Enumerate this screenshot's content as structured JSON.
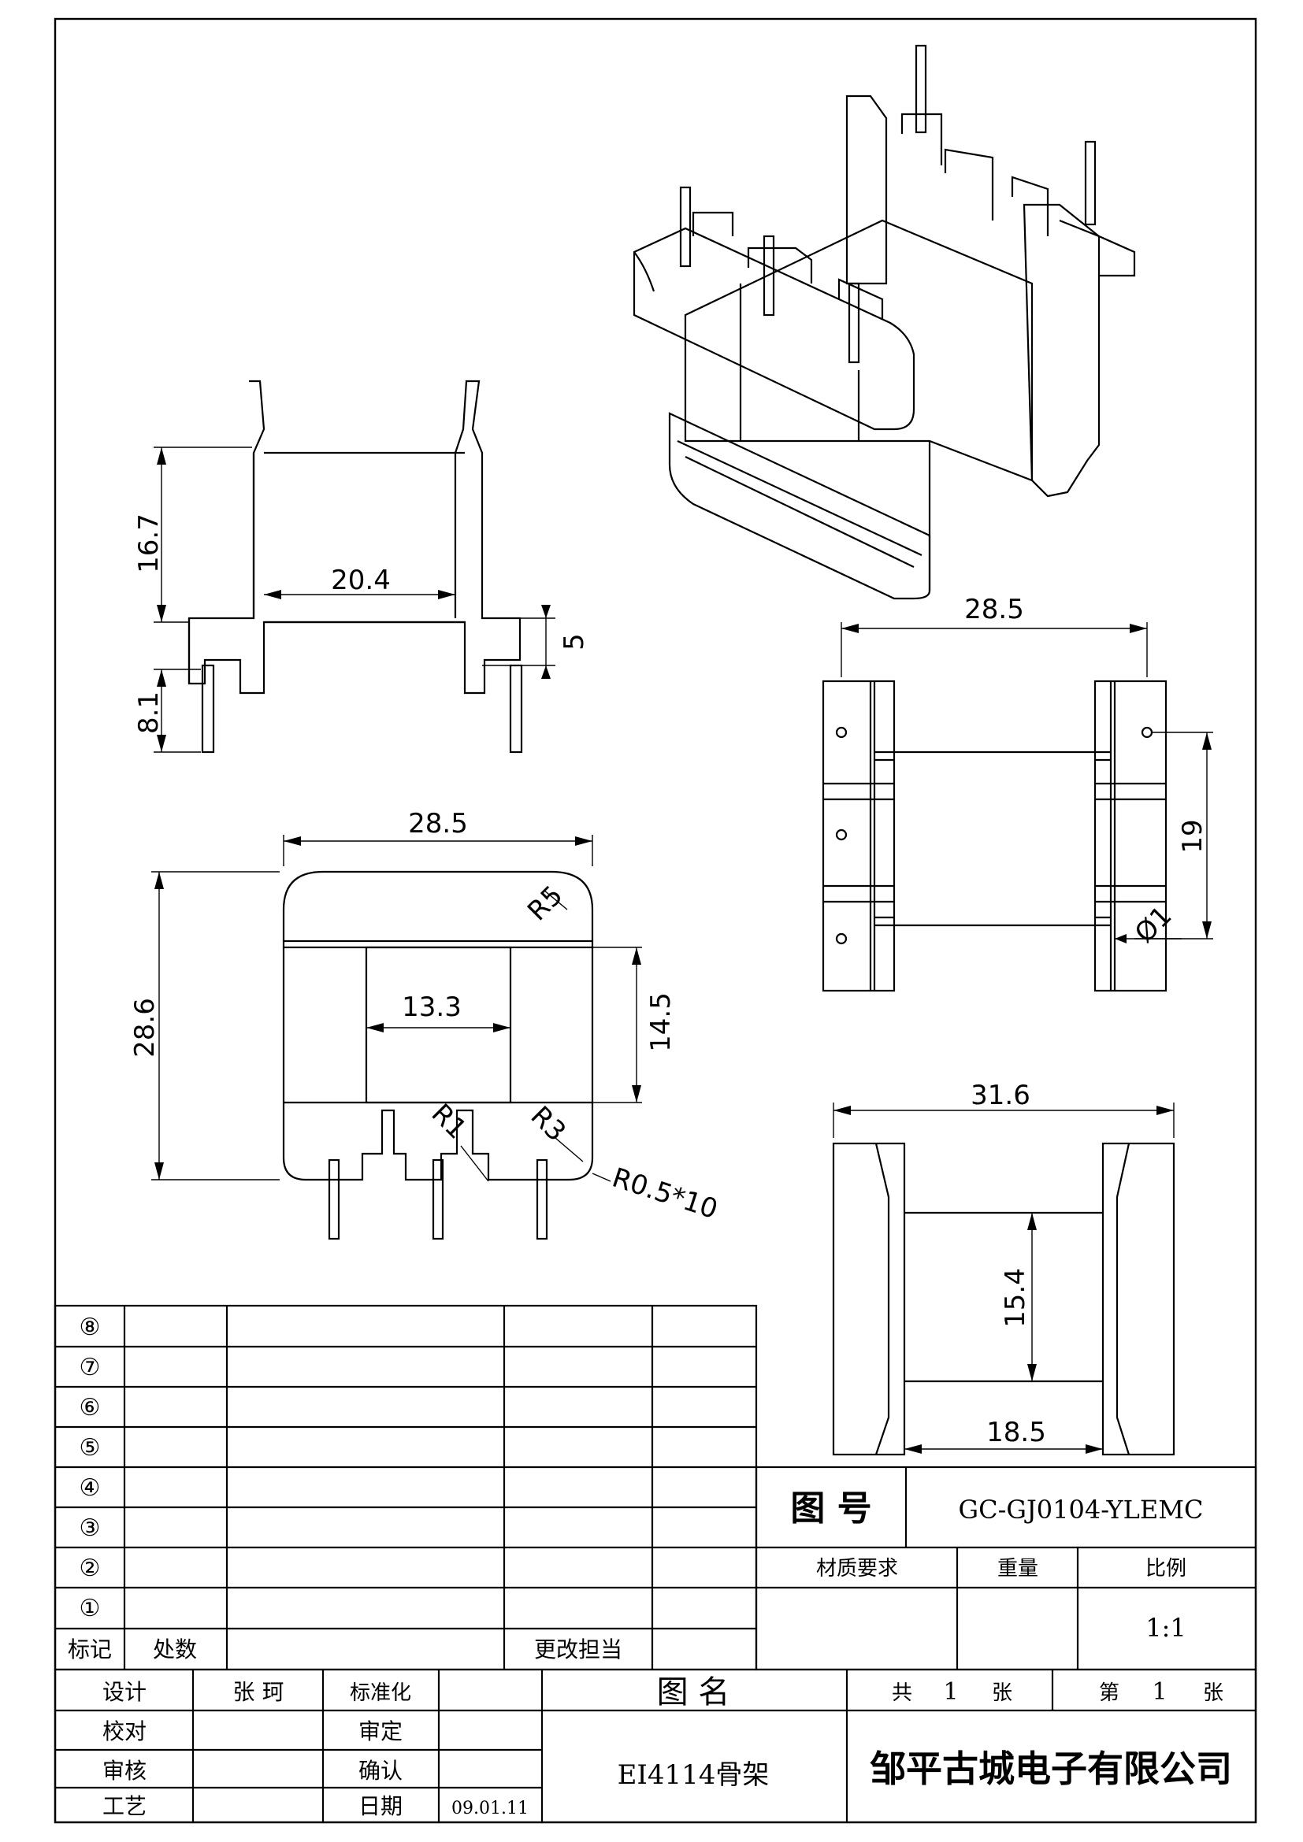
{
  "views": {
    "side": {
      "width": "20.4",
      "height": "16.7",
      "flange": "5",
      "pin": "8.1"
    },
    "top": {
      "width": "28.5",
      "height": "28.6",
      "inner_w": "13.3",
      "inner_h": "14.5",
      "r5": "R5",
      "r1": "R1",
      "r3": "R3",
      "pin_r": "R0.5*10"
    },
    "pins": {
      "width": "28.5",
      "pitch": "19",
      "dia": "Ø1"
    },
    "end": {
      "width": "31.6",
      "height": "15.4",
      "inner_w": "18.5"
    }
  },
  "revision_table": {
    "rows": [
      "⑧",
      "⑦",
      "⑥",
      "⑤",
      "④",
      "③",
      "②",
      "①"
    ],
    "footer": {
      "mark": "标记",
      "location": "处数",
      "changer": "更改担当"
    }
  },
  "title_block": {
    "drawing_no_label": "图 号",
    "drawing_no": "GC-GJ0104-YLEMC",
    "material_label": "材质要求",
    "weight_label": "重量",
    "scale_label": "比例",
    "scale": "1:1",
    "design_label": "设计",
    "designer": "张 珂",
    "standard_label": "标准化",
    "check_label": "校对",
    "approve_label": "审定",
    "review_label": "审核",
    "confirm_label": "确认",
    "process_label": "工艺",
    "date_label": "日期",
    "date": "09.01.11",
    "name_label": "图 名",
    "part_name": "EI4114骨架",
    "total_label": "共",
    "total": "1",
    "sheets_unit": "张",
    "sheet_label": "第",
    "sheet": "1",
    "sheet_unit": "张",
    "company": "邹平古城电子有限公司"
  }
}
